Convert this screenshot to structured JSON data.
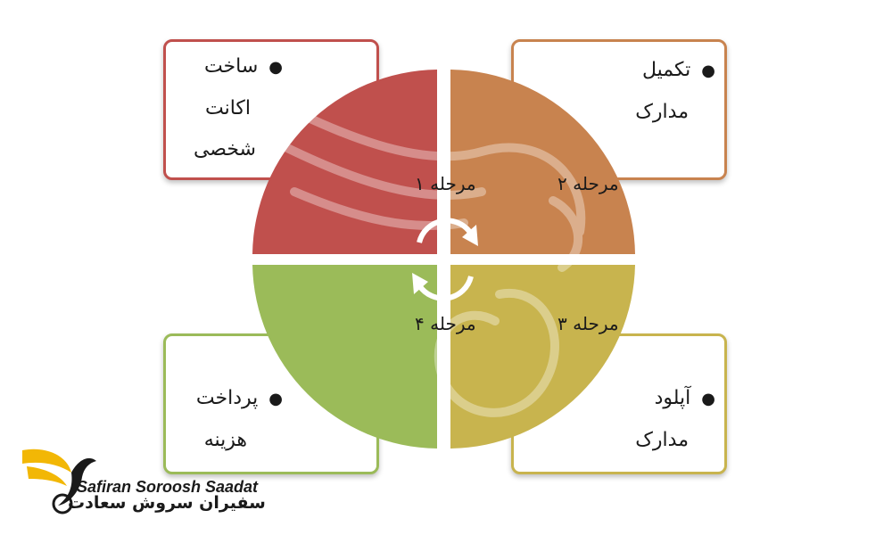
{
  "stages": [
    {
      "label": "مرحله ۱",
      "color": "#c0504d",
      "lines": [
        "ساخت",
        "اکانت",
        "شخصی"
      ]
    },
    {
      "label": "مرحله ۲",
      "color": "#c8834f",
      "lines": [
        "تکمیل",
        "مدارک"
      ]
    },
    {
      "label": "مرحله ۳",
      "color": "#c8b44e",
      "lines": [
        "آپلود",
        "مدارک"
      ]
    },
    {
      "label": "مرحله ۴",
      "color": "#9bbb59",
      "lines": [
        "پرداخت",
        "هزینه"
      ]
    }
  ],
  "logo": {
    "name_en": "Safiran Soroosh Saadat",
    "name_fa": "سفیران سروش سعادت",
    "accent": "#f2b705"
  },
  "icons": {
    "cycle": "circular-arrows-icon",
    "bullet": "bullet-icon",
    "watermark": "phoenix-watermark-icon",
    "logo": "phoenix-logo-icon"
  }
}
